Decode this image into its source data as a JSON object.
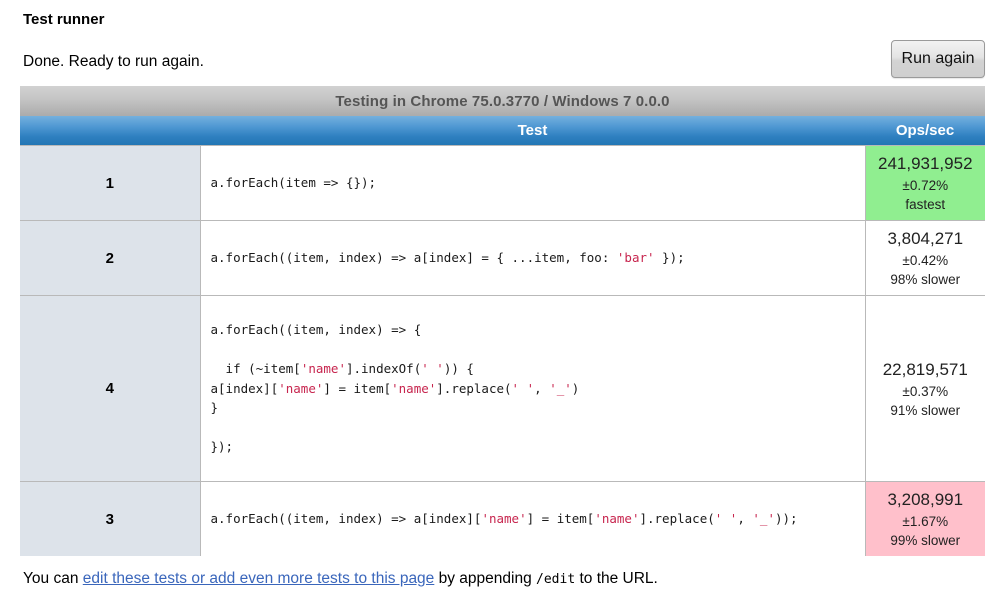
{
  "header": {
    "title": "Test runner",
    "status": "Done. Ready to run again.",
    "run_again_label": "Run again"
  },
  "table": {
    "caption": "Testing in Chrome 75.0.3770 / Windows 7 0.0.0",
    "columns": {
      "index": "",
      "test": "Test",
      "ops": "Ops/sec"
    },
    "rows": [
      {
        "index": "1",
        "code_lines": [
          [
            {
              "t": "a.forEach(item => {});",
              "k": "plain"
            }
          ]
        ],
        "ops": "241,931,952",
        "margin": "±0.72%",
        "note": "fastest",
        "state": "fastest"
      },
      {
        "index": "2",
        "code_lines": [
          [
            {
              "t": "a.forEach((item, index) => a[index] = { ...item, foo: ",
              "k": "plain"
            },
            {
              "t": "'bar'",
              "k": "string"
            },
            {
              "t": " });",
              "k": "plain"
            }
          ]
        ],
        "ops": "3,804,271",
        "margin": "±0.42%",
        "note": "98% slower",
        "state": "normal"
      },
      {
        "index": "4",
        "code_lines": [
          [
            {
              "t": "a.forEach((item, index) => {",
              "k": "plain"
            }
          ],
          [
            {
              "t": "",
              "k": "plain"
            }
          ],
          [
            {
              "t": "  if (~item[",
              "k": "plain"
            },
            {
              "t": "'name'",
              "k": "string"
            },
            {
              "t": "].indexOf(",
              "k": "plain"
            },
            {
              "t": "' '",
              "k": "string"
            },
            {
              "t": ")) {",
              "k": "plain"
            }
          ],
          [
            {
              "t": "a[index][",
              "k": "plain"
            },
            {
              "t": "'name'",
              "k": "string"
            },
            {
              "t": "] = item[",
              "k": "plain"
            },
            {
              "t": "'name'",
              "k": "string"
            },
            {
              "t": "].replace(",
              "k": "plain"
            },
            {
              "t": "' '",
              "k": "string"
            },
            {
              "t": ", ",
              "k": "plain"
            },
            {
              "t": "'_'",
              "k": "string"
            },
            {
              "t": ")",
              "k": "plain"
            }
          ],
          [
            {
              "t": "}",
              "k": "plain"
            }
          ],
          [
            {
              "t": "",
              "k": "plain"
            }
          ],
          [
            {
              "t": "});",
              "k": "plain"
            }
          ]
        ],
        "ops": "22,819,571",
        "margin": "±0.37%",
        "note": "91% slower",
        "state": "normal"
      },
      {
        "index": "3",
        "code_lines": [
          [
            {
              "t": "a.forEach((item, index) => a[index][",
              "k": "plain"
            },
            {
              "t": "'name'",
              "k": "string"
            },
            {
              "t": "] = item[",
              "k": "plain"
            },
            {
              "t": "'name'",
              "k": "string"
            },
            {
              "t": "].replace(",
              "k": "plain"
            },
            {
              "t": "' '",
              "k": "string"
            },
            {
              "t": ", ",
              "k": "plain"
            },
            {
              "t": "'_'",
              "k": "string"
            },
            {
              "t": "));",
              "k": "plain"
            }
          ]
        ],
        "ops": "3,208,991",
        "margin": "±1.67%",
        "note": "99% slower",
        "state": "slowest"
      }
    ]
  },
  "footer": {
    "prefix": "You can ",
    "link": "edit these tests or add even more tests to this page",
    "middle": " by appending ",
    "mono": "/edit",
    "suffix": " to the URL."
  },
  "colors": {
    "fastest_bg": "#90ee90",
    "slowest_bg": "#ffc0cb",
    "header_blue": "#2f80c0",
    "index_bg": "#dde3ea",
    "link": "#3a66bb",
    "string_token": "#c7254e"
  }
}
